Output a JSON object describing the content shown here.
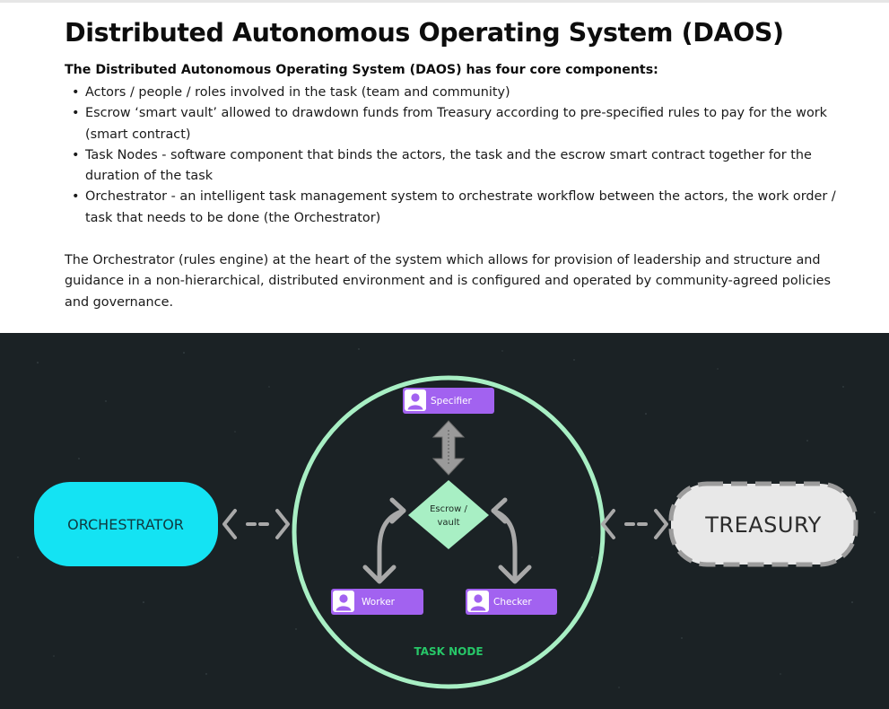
{
  "title": "Distributed Autonomous Operating System (DAOS)",
  "intro": "The Distributed Autonomous Operating System (DAOS) has four core components:",
  "components": [
    "Actors / people / roles involved in the task (team and community)",
    "Escrow ‘smart vault’ allowed to drawdown funds from Treasury according to pre-specified rules to pay for the work (smart contract)",
    "Task Nodes - software component that binds the actors, the task and the escrow smart contract together for the duration of the task",
    "Orchestrator - an intelligent task management system to orchestrate workflow between the actors, the work order / task that needs to be done (the Orchestrator)"
  ],
  "summary": "The Orchestrator (rules engine) at the heart of the system which allows for provision of leadership and structure and guidance in a non-hierarchical, distributed environment and is  configured and operated by community-agreed policies and governance.",
  "diagram": {
    "orchestrator": "ORCHESTRATOR",
    "treasury": "TREASURY",
    "task_node": "TASK NODE",
    "escrow_line1": "Escrow /",
    "escrow_line2": "vault",
    "roles": {
      "specifier": "Specifier",
      "worker": "Worker",
      "checker": "Checker"
    },
    "colors": {
      "background": "#1b2225",
      "orchestrator": "#14e3f3",
      "treasury_fill": "#e8e8e8",
      "treasury_border": "#9c9c9c",
      "task_node_ring": "#a8efc4",
      "task_node_label": "#27c768",
      "escrow": "#a8efc4",
      "role_chip": "#a262f0",
      "arrow": "#a9a9a9"
    },
    "icons": [
      "user-icon",
      "double-arrow-icon",
      "curved-arrow-icon"
    ]
  }
}
